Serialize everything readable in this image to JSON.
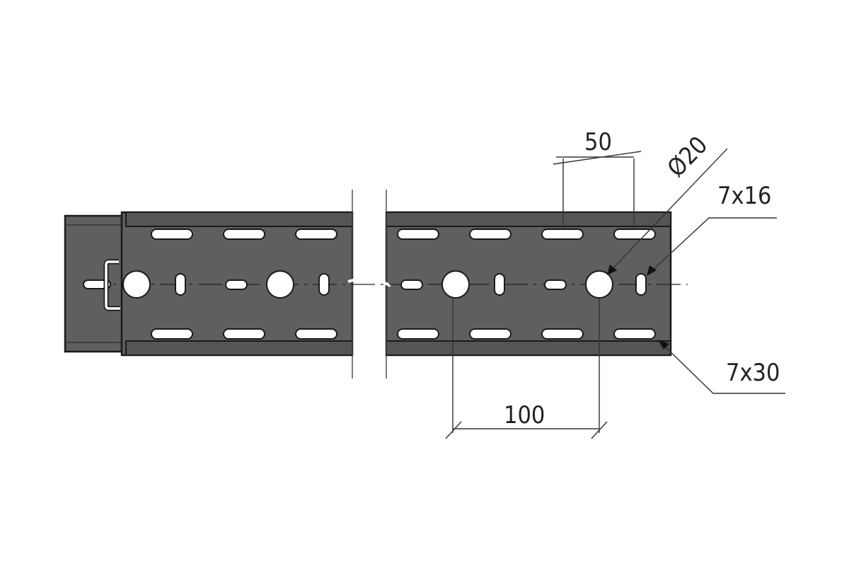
{
  "drawing": {
    "subject": "perforated cable tray with break line",
    "colors": {
      "body": "#5f5f5f",
      "outline": "#1a1a1a",
      "hole": "#ffffff",
      "dimension": "#333333"
    },
    "dimensions": {
      "slot_pitch": "50",
      "hole_pitch": "100",
      "hole_diameter": "Ø20",
      "small_slot": "7x16",
      "long_slot": "7x30"
    }
  }
}
